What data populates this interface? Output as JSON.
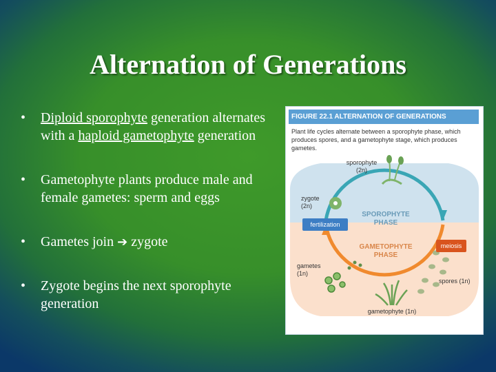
{
  "slide": {
    "title": "Alternation of Generations",
    "bullets": [
      {
        "pre": "",
        "u1": "Diploid sporophyte",
        "mid": " generation alternates with a ",
        "u2": "haploid gametophyte",
        "post": " generation"
      },
      {
        "text": "Gametophyte plants produce male and female gametes: sperm and eggs"
      },
      {
        "pre": "Gametes join ",
        "arrow": "➔",
        "post": " zygote"
      },
      {
        "text": "Zygote begins the next sporophyte generation"
      }
    ],
    "bullet_char": "•"
  },
  "figure": {
    "header": "FIGURE 22.1  ALTERNATION OF GENERATIONS",
    "description": "Plant life cycles alternate between a sporophyte phase, which produces spores, and a gametophyte stage, which produces gametes.",
    "labels": {
      "sporophyte": "sporophyte",
      "sporophyte_ploidy": "(2n)",
      "zygote": "zygote",
      "zygote_ploidy": "(2n)",
      "fertilization": "fertilization",
      "meiosis": "meiosis",
      "sporophyte_phase": "SPOROPHYTE PHASE",
      "gametophyte_phase": "GAMETOPHYTE PHASE",
      "gametes": "gametes",
      "gametes_ploidy": "(1n)",
      "spores": "spores (1n)",
      "gametophyte": "gametophyte (1n)"
    },
    "colors": {
      "header_bg": "#5a9fd4",
      "sporophyte_phase_bg": "#cfe2ee",
      "gametophyte_phase_bg": "#fbe0cc",
      "cycle_top": "#3aa6b5",
      "cycle_bottom": "#f08a2e",
      "fertilization_tag": "#3d7ec4",
      "meiosis_tag": "#d9541e",
      "plant_green": "#7fb46a"
    }
  }
}
